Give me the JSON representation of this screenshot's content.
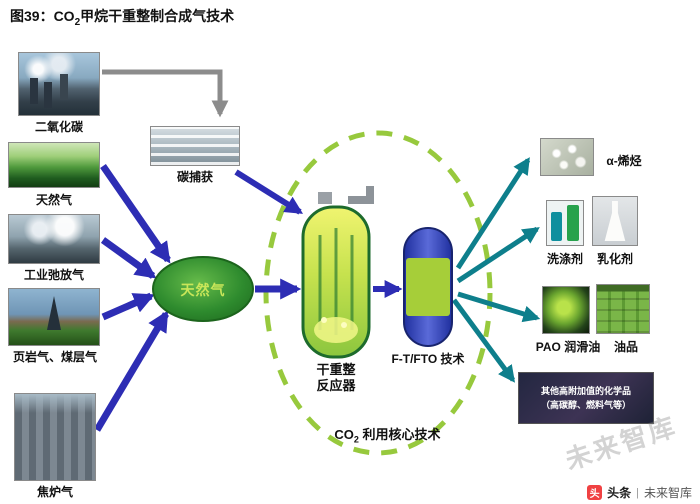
{
  "title": {
    "prefix": "图39：CO",
    "sub": "2",
    "suffix": "甲烷干重整制合成气技术"
  },
  "sources": {
    "co2_label": "二氧化碳",
    "natural_gas_label": "天然气",
    "purge_gas_label": "工业弛放气",
    "shale_gas_label": "页岩气、煤层气",
    "coke_oven_label": "焦炉气"
  },
  "capture": {
    "label": "碳捕获"
  },
  "hub": {
    "label": "天然气"
  },
  "process": {
    "reactor_line1": "干重整",
    "reactor_line2": "反应器",
    "ft_label": "F-T/FTO 技术",
    "core_prefix": "CO",
    "core_sub": "2",
    "core_suffix": " 利用核心技术"
  },
  "products": {
    "alpha_olefin": "α-烯烃",
    "detergent": "洗涤剂",
    "emulsifier": "乳化剂",
    "pao": "PAO 润滑油",
    "oil": "油品",
    "others_line1": "其他高附加值的化学品",
    "others_line2": "（高碳醇、燃料气等）"
  },
  "footer": {
    "logo_glyph": "头",
    "brand": "头条",
    "separator": "|",
    "site": "未来智库"
  },
  "watermark": "未来智库",
  "colors": {
    "arrow_blue": "#2d2db4",
    "arrow_teal": "#0e7f8c",
    "arrow_gray": "#8c8c8c",
    "dashed_green": "#97c93d",
    "hub_green": "#2e8b2e",
    "reactor_green": "#8cc63e",
    "vessel_blue": "#2b3db5",
    "brand_red": "#f04142"
  }
}
